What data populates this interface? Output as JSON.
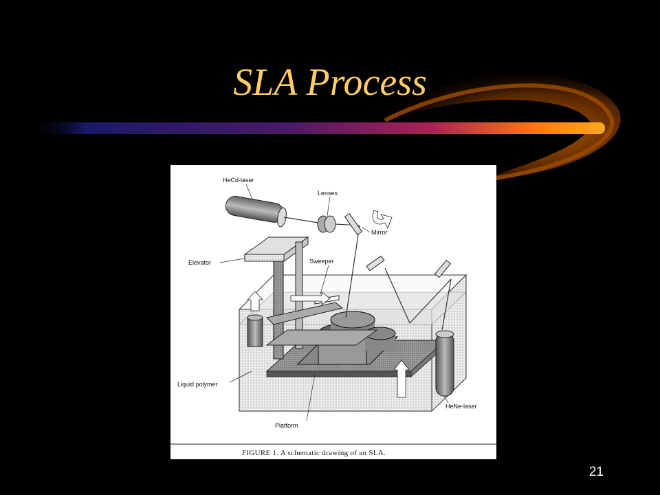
{
  "slide": {
    "title": "SLA Process",
    "page_number": "21"
  },
  "colors": {
    "background": "#000000",
    "title": "#FFCC66",
    "swoosh_start": "#1A1A66",
    "swoosh_end": "#FF9900"
  },
  "figure": {
    "caption": "FIGURE 1.  A schematic drawing of an SLA.",
    "labels": {
      "hecd_laser": "HeCd-laser",
      "lenses": "Lenses",
      "mirror": "Mirror",
      "elevator": "Elevator",
      "sweeper": "Sweeper",
      "liquid_polymer": "Liquid polymer",
      "platform": "Platform",
      "hene_laser": "HeNe-laser"
    }
  }
}
